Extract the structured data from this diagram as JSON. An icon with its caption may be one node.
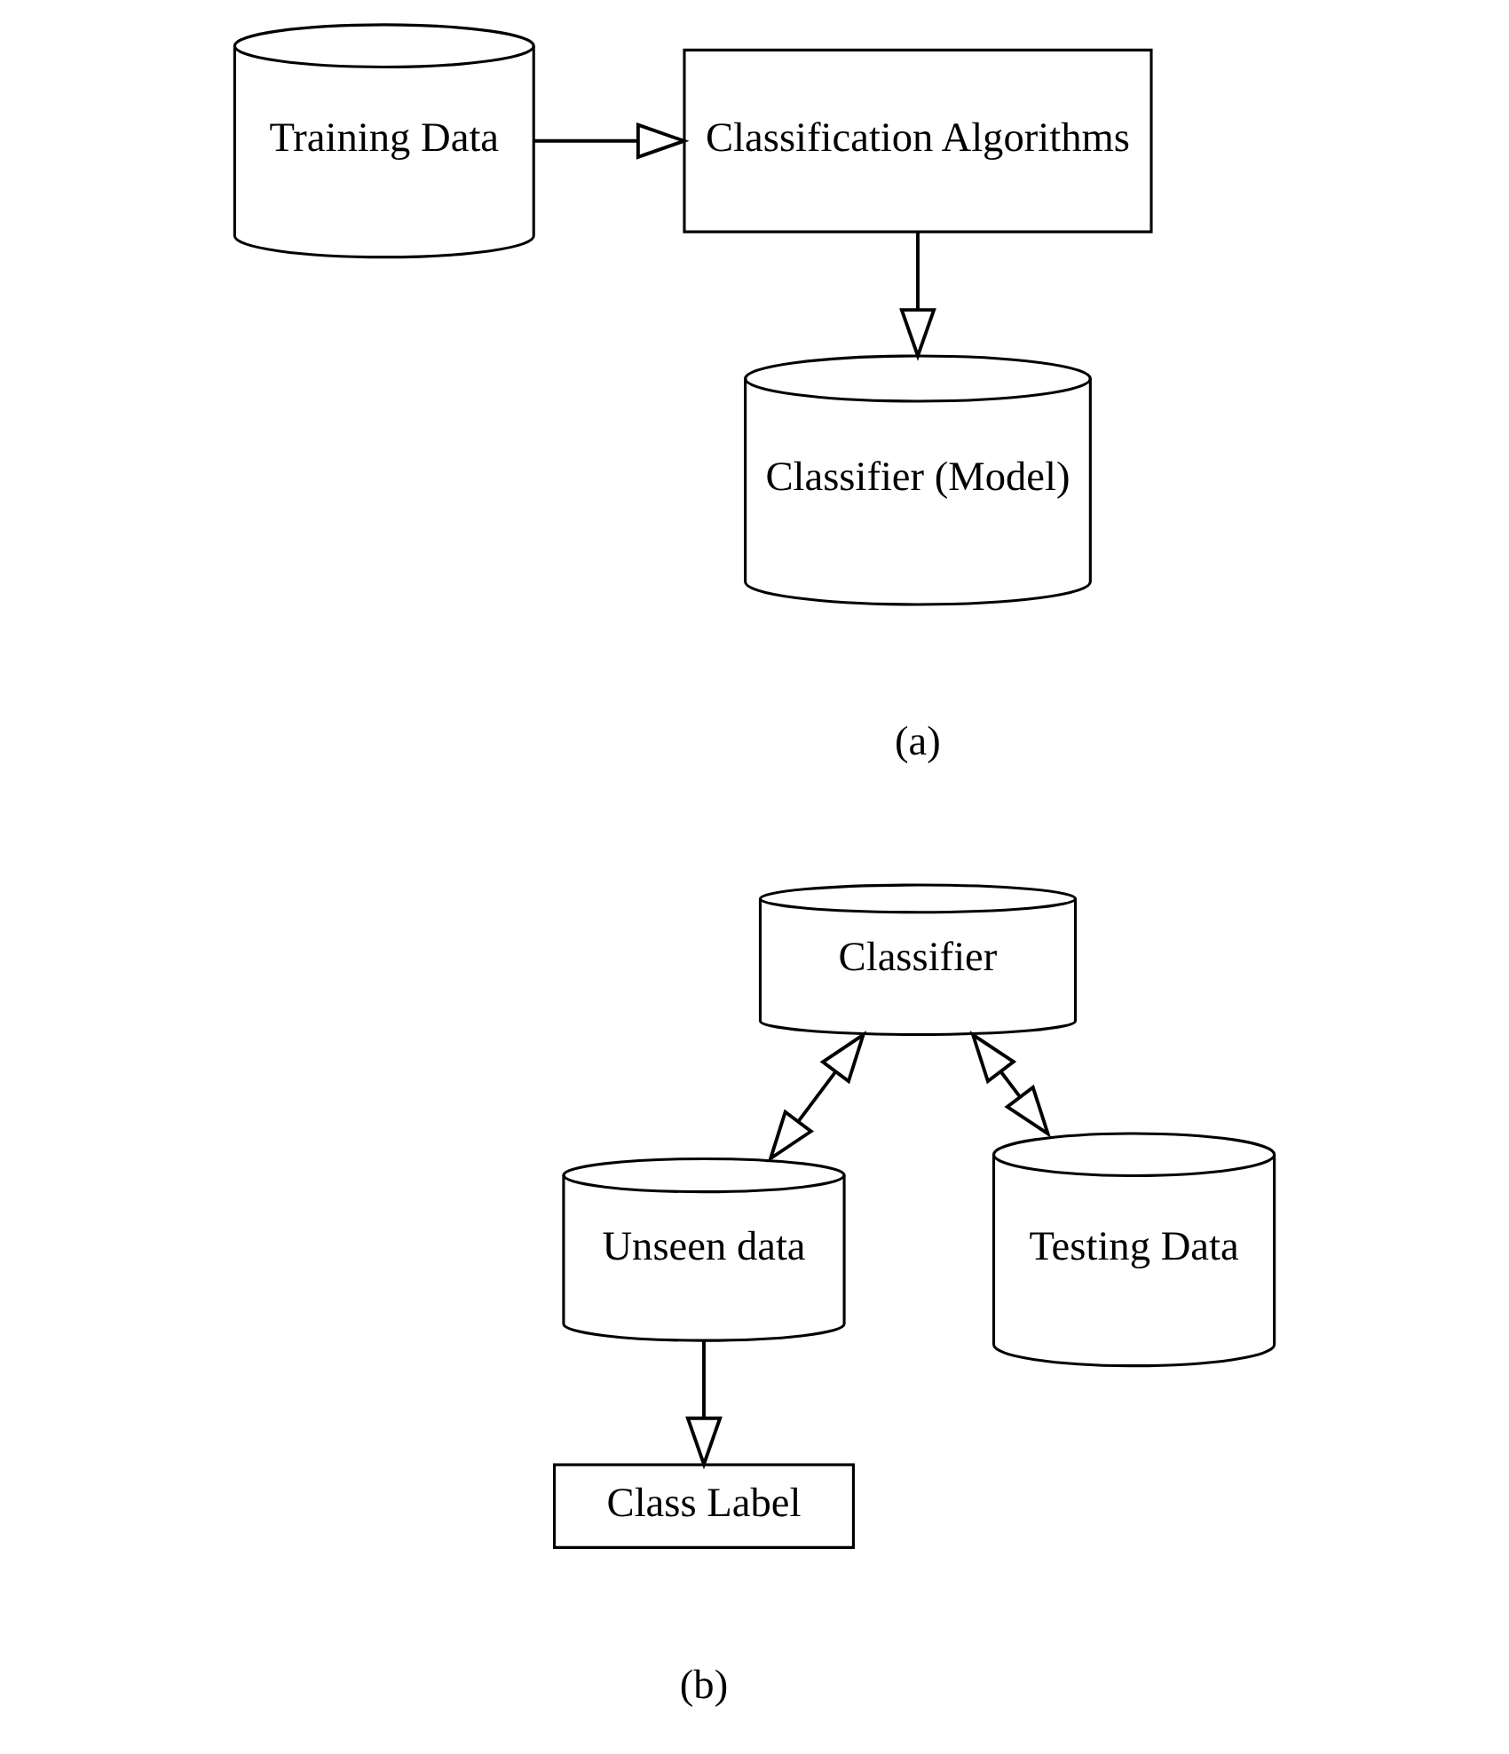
{
  "diagram": {
    "nodes": [
      {
        "text": [
          "Training Data"
        ]
      },
      {
        "text": [
          "Classification Algorithms"
        ]
      },
      {
        "text": [
          "Classifier (Model)"
        ]
      },
      {
        "text": [
          "Classifier"
        ]
      },
      {
        "text": [
          "Testing Data"
        ]
      },
      {
        "text": [
          "Unseen data"
        ]
      },
      {
        "text": [
          "Class Label"
        ]
      }
    ],
    "edges": [
      {
        "from": 0,
        "to": 1,
        "arrow": "to"
      },
      {
        "from": 1,
        "to": 2,
        "arrow": "to"
      },
      {
        "from": 4,
        "to": 3,
        "arrow": "both"
      },
      {
        "from": 3,
        "to": 5,
        "arrow": "both"
      },
      {
        "from": 5,
        "to": 6,
        "arrow": "to"
      }
    ],
    "labels": [
      "(a)",
      "(b)"
    ]
  }
}
